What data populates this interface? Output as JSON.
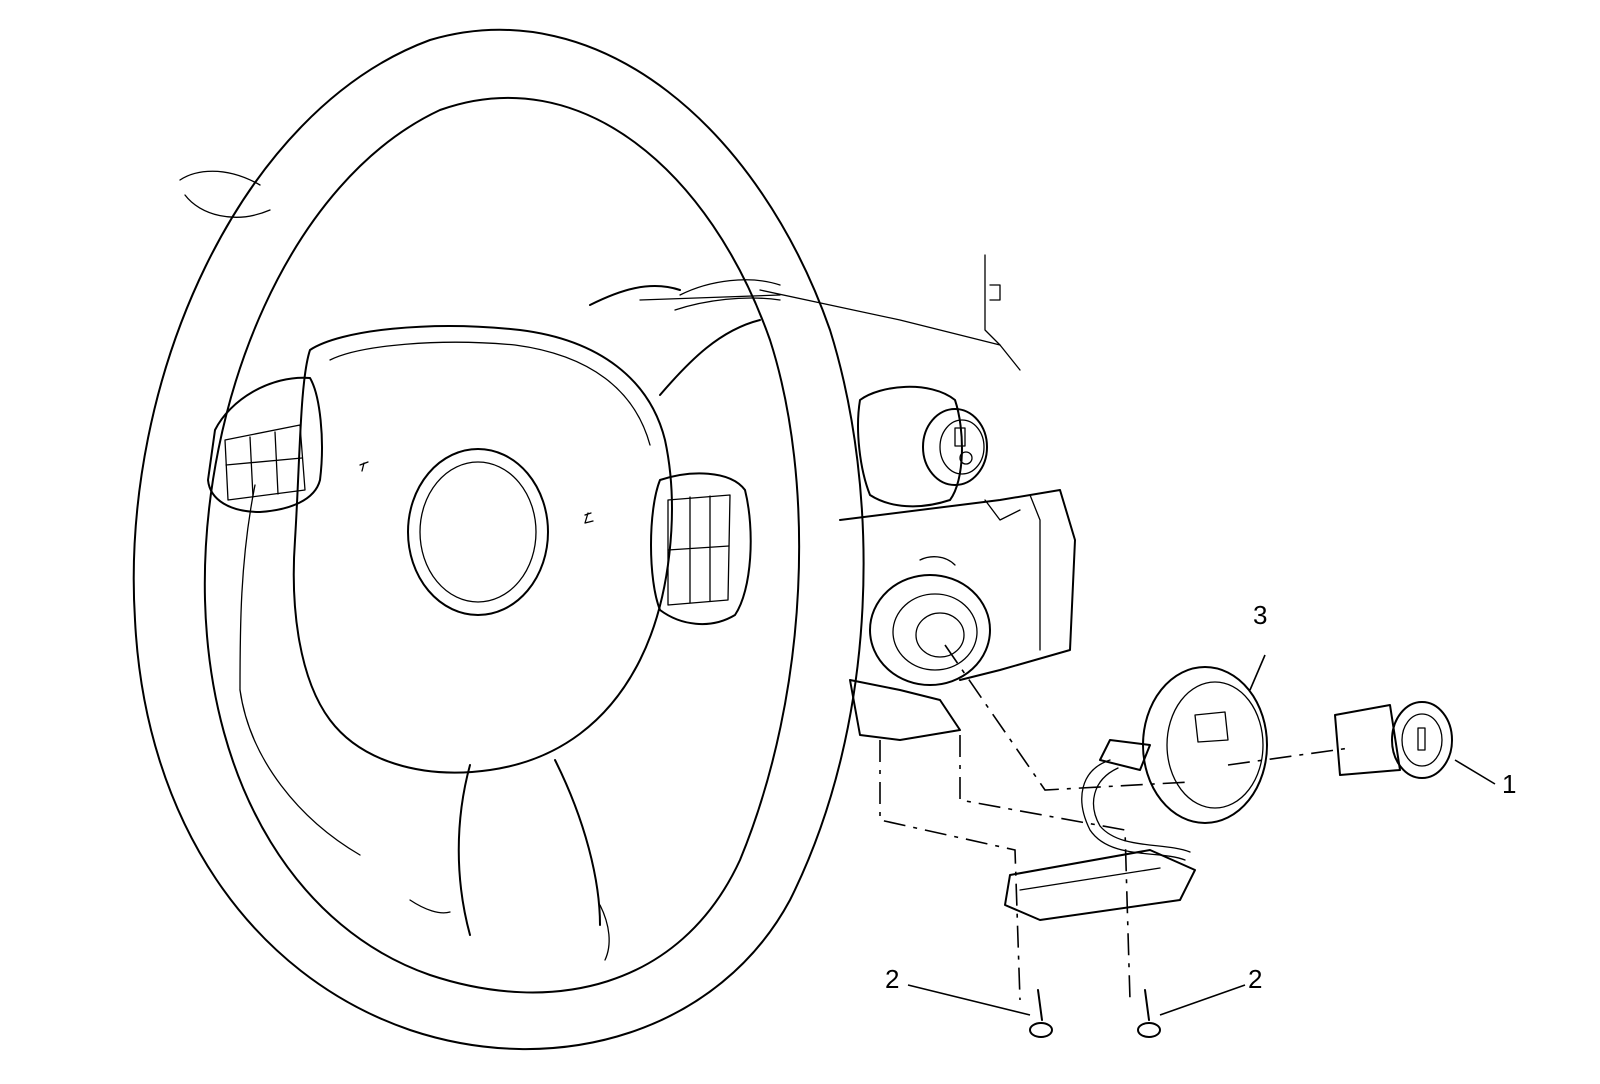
{
  "callouts": [
    {
      "id": "callout-1",
      "label": "1"
    },
    {
      "id": "callout-2a",
      "label": "2"
    },
    {
      "id": "callout-2b",
      "label": "2"
    },
    {
      "id": "callout-3",
      "label": "3"
    }
  ],
  "colors": {
    "line": "#000000",
    "background": "#ffffff"
  }
}
